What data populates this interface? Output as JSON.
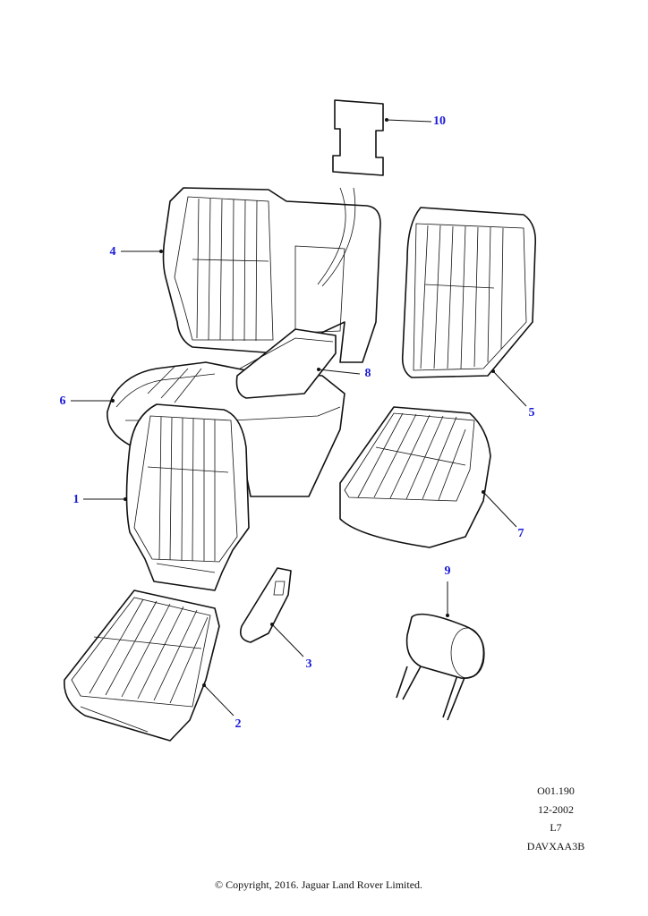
{
  "callouts": {
    "c1": "1",
    "c2": "2",
    "c3": "3",
    "c4": "4",
    "c5": "5",
    "c6": "6",
    "c7": "7",
    "c8": "8",
    "c9": "9",
    "c10": "10"
  },
  "meta": {
    "ref": "O01.190",
    "date": "12-2002",
    "model": "L7",
    "code": "DAVXAA3B"
  },
  "copyright": "© Copyright, 2016. Jaguar Land Rover Limited.",
  "colors": {
    "callout": "#1a1adb",
    "line": "#111111"
  }
}
